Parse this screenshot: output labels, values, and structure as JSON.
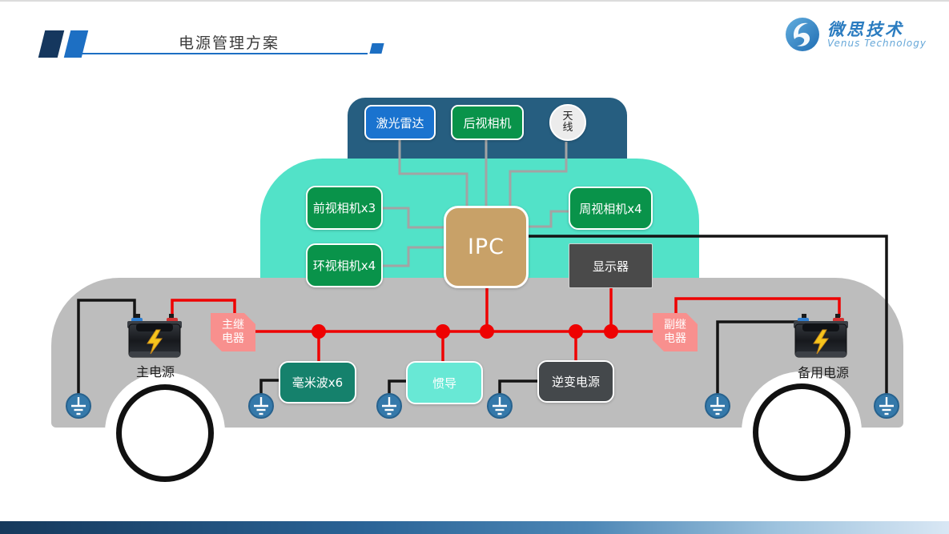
{
  "slide": {
    "header": {
      "title": "电源管理方案",
      "logo_name": "微思技术",
      "logo_subtitle": "Venus Technology"
    },
    "colors": {
      "accent_blue": "#1d6fc3",
      "accent_dark_blue": "#15375e",
      "pod_blue": "#265e80",
      "cabin_teal": "#52e2c8",
      "body_gray": "#bdbdbd",
      "camera_green": "#09934a",
      "lidar_blue": "#1a73cf",
      "ipc_tan": "#c8a168",
      "relay_pink": "#f8908e",
      "mmwave_green": "#15816c",
      "imu_teal": "#68e8d5",
      "dark_gray_box": "#4a4a4a",
      "power_wire_red": "#ee0202",
      "ground_wire_black": "#141414",
      "signal_wire_gray": "#a3a3a3",
      "ground_symbol_blue": "#3579aa"
    },
    "diagram": {
      "nodes": {
        "lidar": {
          "label": "激光雷达"
        },
        "rear_camera": {
          "label": "后视相机"
        },
        "antenna": {
          "label": "天线"
        },
        "front_camera": {
          "label": "前视相机x3"
        },
        "surround_camera": {
          "label": "环视相机x4"
        },
        "side_camera": {
          "label": "周视相机x4"
        },
        "ipc": {
          "label": "IPC"
        },
        "display": {
          "label": "显示器"
        },
        "main_relay": {
          "label": "主继电器"
        },
        "aux_relay": {
          "label": "副继电器"
        },
        "mmwave": {
          "label": "毫米波x6"
        },
        "imu": {
          "label": "惯导"
        },
        "inverter": {
          "label": "逆变电源"
        },
        "main_power": {
          "label": "主电源"
        },
        "backup_power": {
          "label": "备用电源"
        }
      },
      "connections": [
        {
          "from": "激光雷达",
          "to": "IPC",
          "type": "signal"
        },
        {
          "from": "后视相机",
          "to": "IPC",
          "type": "signal"
        },
        {
          "from": "天线",
          "to": "IPC",
          "type": "signal"
        },
        {
          "from": "前视相机x3",
          "to": "IPC",
          "type": "signal"
        },
        {
          "from": "环视相机x4",
          "to": "IPC",
          "type": "signal"
        },
        {
          "from": "周视相机x4",
          "to": "IPC",
          "type": "signal"
        },
        {
          "from": "主电源",
          "to": "主继电器",
          "type": "power"
        },
        {
          "from": "主继电器",
          "to": "副继电器",
          "type": "power-bus"
        },
        {
          "from": "power-bus",
          "to": "毫米波x6",
          "type": "power"
        },
        {
          "from": "power-bus",
          "to": "惯导",
          "type": "power"
        },
        {
          "from": "power-bus",
          "to": "IPC",
          "type": "power"
        },
        {
          "from": "power-bus",
          "to": "逆变电源",
          "type": "power"
        },
        {
          "from": "power-bus",
          "to": "显示器",
          "type": "power"
        },
        {
          "from": "副继电器",
          "to": "备用电源",
          "type": "power"
        },
        {
          "from": "主电源",
          "to": "地",
          "type": "ground"
        },
        {
          "from": "毫米波x6",
          "to": "地",
          "type": "ground"
        },
        {
          "from": "惯导",
          "to": "地",
          "type": "ground"
        },
        {
          "from": "逆变电源",
          "to": "地",
          "type": "ground"
        },
        {
          "from": "备用电源",
          "to": "地",
          "type": "ground"
        },
        {
          "from": "IPC",
          "to": "地",
          "type": "ground"
        }
      ]
    }
  }
}
